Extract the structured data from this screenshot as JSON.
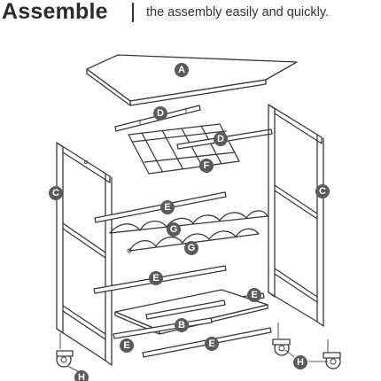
{
  "header": {
    "title": "Assemble",
    "subtitle": "the assembly easily and quickly."
  },
  "callouts": {
    "A": "A",
    "B": "B",
    "C": "C",
    "D": "D",
    "E": "E",
    "F": "F",
    "G": "G",
    "H": "H"
  }
}
